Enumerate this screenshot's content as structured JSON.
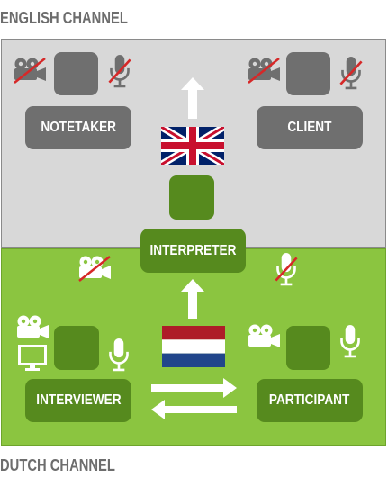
{
  "english_channel": {
    "title": "ENGLISH CHANNEL",
    "notetaker": {
      "label": "NOTETAKER",
      "camera": "camera-off-icon",
      "mic": "microphone-off-icon"
    },
    "client": {
      "label": "CLIENT",
      "camera": "camera-off-icon",
      "mic": "microphone-off-icon"
    },
    "flag": "uk-flag"
  },
  "interpreter": {
    "label": "INTERPRETER",
    "camera": "camera-off-icon",
    "mic": "microphone-off-icon"
  },
  "dutch_channel": {
    "title": "DUTCH CHANNEL",
    "interviewer": {
      "label": "INTERVIEWER",
      "camera": "camera-icon",
      "screen": "monitor-icon",
      "mic": "microphone-icon"
    },
    "participant": {
      "label": "PARTICIPANT",
      "camera": "camera-icon",
      "mic": "microphone-icon"
    },
    "flag": "netherlands-flag"
  },
  "colors": {
    "english_bg": "#d8d8d8",
    "dutch_bg": "#8bc540",
    "grey_tile": "#6f6f6f",
    "green_tile": "#568a1e",
    "strike_red": "#d62828"
  }
}
